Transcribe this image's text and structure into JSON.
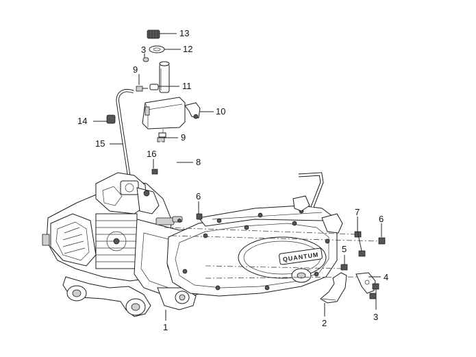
{
  "callouts": {
    "c1": "1",
    "c2": "2",
    "c3a": "3",
    "c3b": "3",
    "c4": "4",
    "c5": "5",
    "c6a": "6",
    "c6b": "6",
    "c7": "7",
    "c8": "8",
    "c9a": "9",
    "c9b": "9",
    "c10": "10",
    "c11": "11",
    "c12": "12",
    "c13": "13",
    "c14": "14",
    "c15": "15",
    "c16": "16"
  },
  "logo_text": "QUANTUM"
}
